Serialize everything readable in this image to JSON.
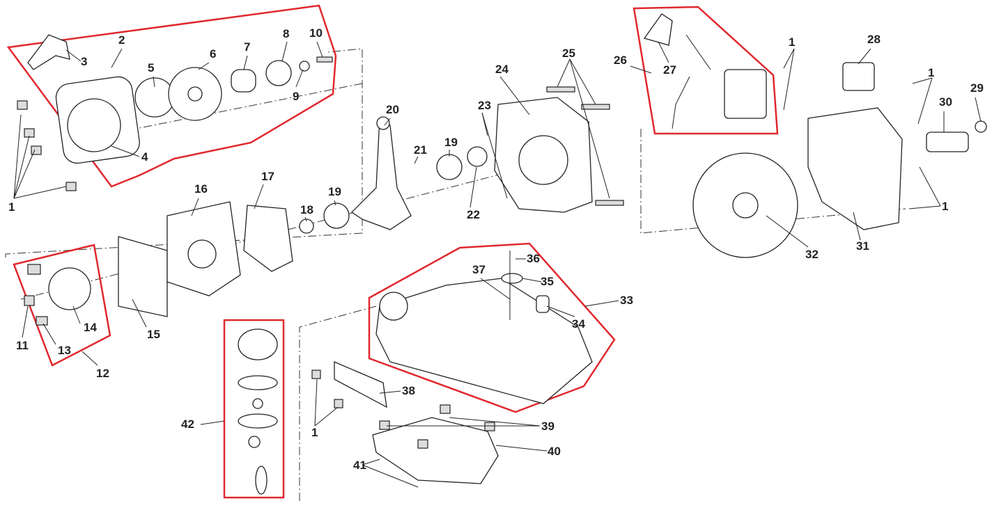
{
  "title": "Engine exploded parts diagram",
  "part_numbers": [
    "1",
    "1",
    "1",
    "1",
    "1",
    "2",
    "3",
    "4",
    "5",
    "6",
    "7",
    "8",
    "9",
    "10",
    "11",
    "12",
    "13",
    "14",
    "15",
    "16",
    "17",
    "18",
    "19",
    "19",
    "20",
    "21",
    "22",
    "23",
    "24",
    "25",
    "26",
    "27",
    "28",
    "29",
    "30",
    "31",
    "32",
    "33",
    "34",
    "35",
    "36",
    "37",
    "38",
    "39",
    "40",
    "41",
    "42"
  ],
  "highlight_color": "#e0282e"
}
